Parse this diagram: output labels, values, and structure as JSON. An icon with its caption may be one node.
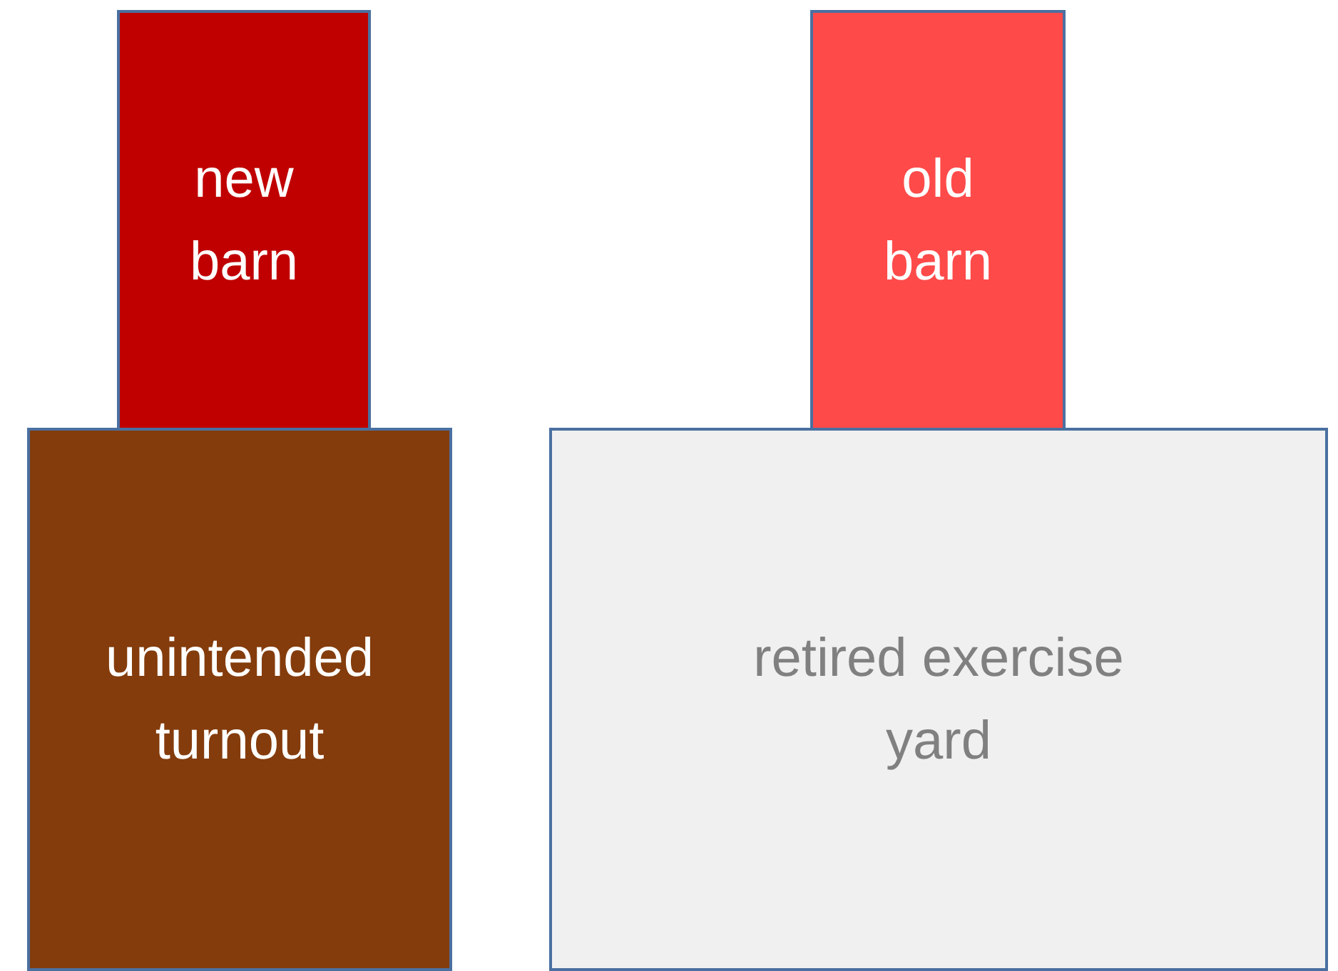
{
  "diagram": {
    "nodes": [
      {
        "text": [
          "new barn"
        ]
      },
      {
        "text": [
          "old barn"
        ]
      },
      {
        "text": [
          "unintended turnout"
        ]
      },
      {
        "text": [
          "retired exercise yard"
        ]
      }
    ]
  }
}
